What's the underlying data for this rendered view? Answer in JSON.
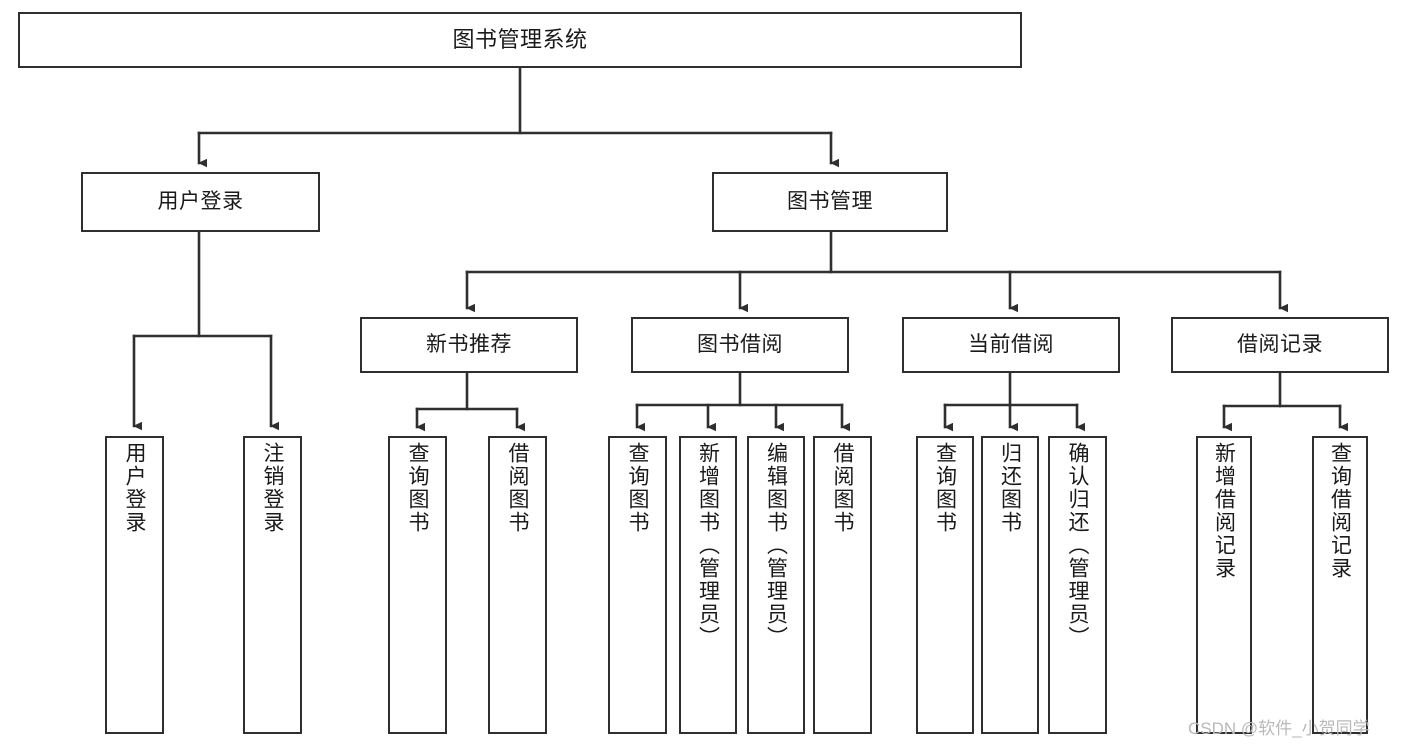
{
  "diagram": {
    "type": "tree-hierarchy",
    "title": "图书管理系统",
    "watermark": "CSDN @软件_小贺同学",
    "colors": {
      "stroke": "#2f2f2f",
      "fill": "#ffffff",
      "text": "#1a1a1a",
      "watermark": "#b9b9b9"
    },
    "nodes": {
      "root": {
        "label": "图书管理系统",
        "level": 0,
        "orientation": "horizontal"
      },
      "level1": [
        {
          "id": "user-login",
          "label": "用户登录",
          "orientation": "horizontal"
        },
        {
          "id": "book-management",
          "label": "图书管理",
          "orientation": "horizontal"
        }
      ],
      "level2": [
        {
          "id": "new-book-recommend",
          "label": "新书推荐",
          "orientation": "horizontal",
          "parent": "book-management"
        },
        {
          "id": "book-borrow",
          "label": "图书借阅",
          "orientation": "horizontal",
          "parent": "book-management"
        },
        {
          "id": "current-borrow",
          "label": "当前借阅",
          "orientation": "horizontal",
          "parent": "book-management"
        },
        {
          "id": "borrow-record",
          "label": "借阅记录",
          "orientation": "horizontal",
          "parent": "book-management"
        }
      ],
      "leaves": [
        {
          "id": "leaf-user-login",
          "label": "用户登录",
          "parent": "user-login"
        },
        {
          "id": "leaf-logout-login",
          "label": "注销登录",
          "parent": "user-login"
        },
        {
          "id": "leaf-query-book-1",
          "label": "查询图书",
          "parent": "new-book-recommend"
        },
        {
          "id": "leaf-borrow-book-1",
          "label": "借阅图书",
          "parent": "new-book-recommend"
        },
        {
          "id": "leaf-query-book-2",
          "label": "查询图书",
          "parent": "book-borrow"
        },
        {
          "id": "leaf-add-book",
          "label": "新增图书（管理员）",
          "parent": "book-borrow"
        },
        {
          "id": "leaf-edit-book",
          "label": "编辑图书（管理员）",
          "parent": "book-borrow"
        },
        {
          "id": "leaf-borrow-book-2",
          "label": "借阅图书",
          "parent": "book-borrow"
        },
        {
          "id": "leaf-query-book-3",
          "label": "查询图书",
          "parent": "current-borrow"
        },
        {
          "id": "leaf-return-book",
          "label": "归还图书",
          "parent": "current-borrow"
        },
        {
          "id": "leaf-confirm-return",
          "label": "确认归还（管理员）",
          "parent": "current-borrow"
        },
        {
          "id": "leaf-add-record",
          "label": "新增借阅记录",
          "parent": "borrow-record"
        },
        {
          "id": "leaf-query-record",
          "label": "查询借阅记录",
          "parent": "borrow-record"
        }
      ]
    }
  }
}
